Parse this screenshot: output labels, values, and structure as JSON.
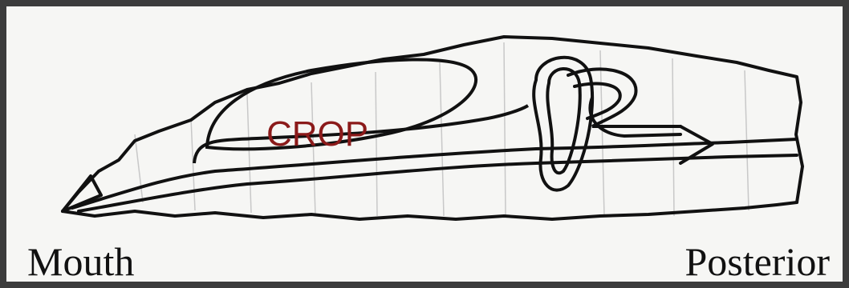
{
  "labels": {
    "crop": "CROP",
    "mouth": "Mouth",
    "posterior": "Posterior"
  },
  "colors": {
    "frame": "#3c3c3c",
    "ink": "#111111",
    "crop_label": "#8b1a1a",
    "segments": "#c8c8c8"
  }
}
